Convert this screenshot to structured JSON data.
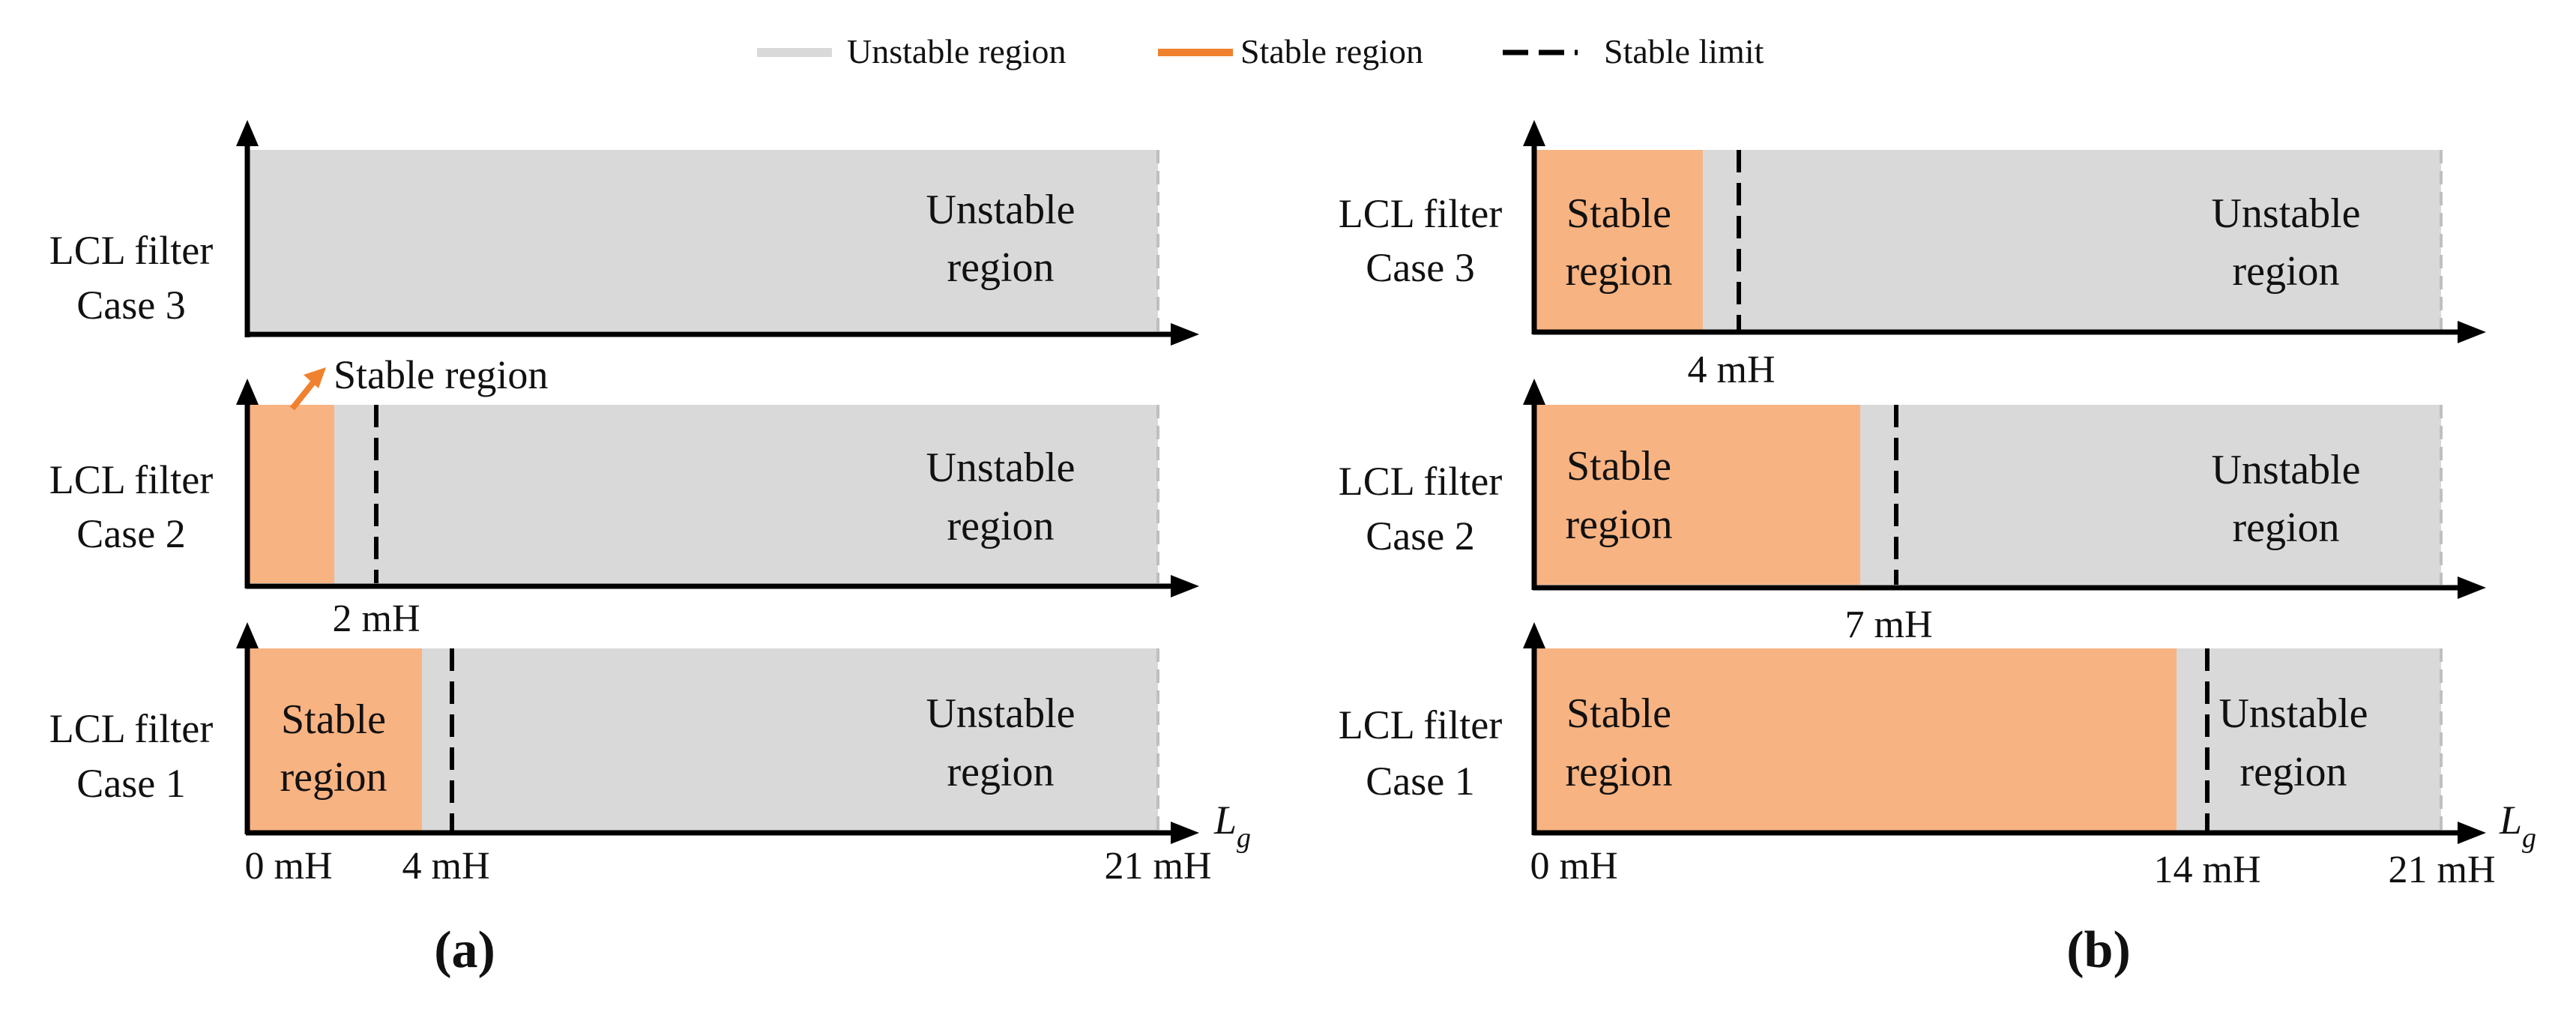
{
  "legend": {
    "unstable": "Unstable region",
    "stable": "Stable region",
    "limit": "Stable limit"
  },
  "colors": {
    "unstable_fill": "#d9d9d9",
    "stable_fill": "#f8b382",
    "stable_accent": "#f0812e",
    "axis": "#000000",
    "limit_line": "#000000",
    "end_line": "#bfbfbf"
  },
  "axis_variable": {
    "base": "L",
    "subscript": "g"
  },
  "region_label": {
    "stable_line1": "Stable",
    "stable_line2": "region",
    "unstable_line1": "Unstable",
    "unstable_line2": "region"
  },
  "panels": [
    {
      "caption": "(a)",
      "max_mH": 21,
      "rows": [
        {
          "label_line1": "LCL filter",
          "label_line2": "Case 3",
          "stable_to_mH": 0,
          "limit_mH": null,
          "limit_label": ""
        },
        {
          "label_line1": "LCL filter",
          "label_line2": "Case 2",
          "stable_to_mH": 2,
          "limit_mH": 2,
          "limit_label": "2 mH",
          "callout": "Stable region"
        },
        {
          "label_line1": "LCL filter",
          "label_line2": "Case 1",
          "stable_to_mH": 4,
          "limit_mH": 4,
          "limit_label": "4 mH"
        }
      ],
      "tick_labels": {
        "start": "0 mH",
        "end": "21 mH"
      }
    },
    {
      "caption": "(b)",
      "max_mH": 21,
      "rows": [
        {
          "label_line1": "LCL filter",
          "label_line2": "Case 3",
          "stable_to_mH": 4,
          "limit_mH": 4,
          "limit_label": "4 mH"
        },
        {
          "label_line1": "LCL filter",
          "label_line2": "Case 2",
          "stable_to_mH": 7,
          "limit_mH": 7,
          "limit_label": "7 mH"
        },
        {
          "label_line1": "LCL filter",
          "label_line2": "Case 1",
          "stable_to_mH": 14,
          "limit_mH": 14,
          "limit_label": "14 mH"
        }
      ],
      "tick_labels": {
        "start": "0 mH",
        "end": "21 mH"
      }
    }
  ]
}
